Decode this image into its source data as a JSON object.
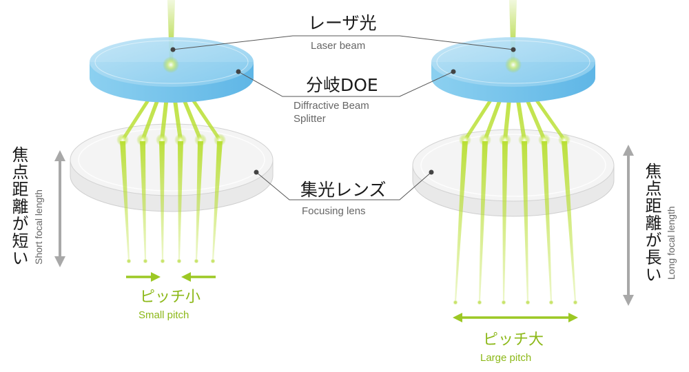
{
  "labels": {
    "laser_jp": "レーザ光",
    "laser_en": "Laser beam",
    "doe_jp": "分岐DOE",
    "doe_en_1": "Diffractive Beam",
    "doe_en_2": "Splitter",
    "lens_jp": "集光レンズ",
    "lens_en": "Focusing lens",
    "short_jp": "焦点距離が短い",
    "short_en": "Short focal length",
    "long_jp": "焦点距離が長い",
    "long_en": "Long focal length",
    "small_jp": "ピッチ小",
    "small_en": "Small pitch",
    "large_jp": "ピッチ大",
    "large_en": "Large pitch"
  },
  "colors": {
    "beam": "#a5d21e",
    "green_text": "#8cb818",
    "doe": "#7ec8ec",
    "arrow_gray": "#a8a8a8",
    "leader": "#555555"
  }
}
